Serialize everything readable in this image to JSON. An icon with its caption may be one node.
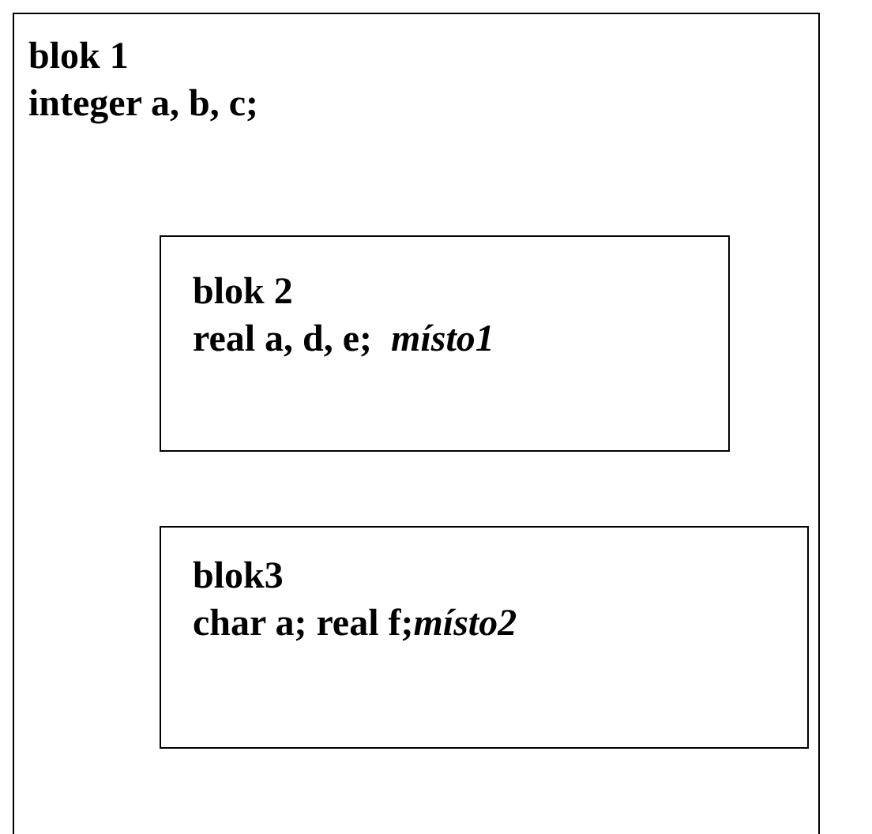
{
  "diagram": {
    "nodes": [
      {
        "text": [
          "blok 1",
          "integer a, b, c;"
        ]
      },
      {
        "text": [
          "blok 2",
          "real a, d, e;  *místo1*"
        ],
        "in": 0
      },
      {
        "text": [
          "blok3",
          "char a; real f;*místo2*"
        ],
        "in": 0
      }
    ]
  }
}
